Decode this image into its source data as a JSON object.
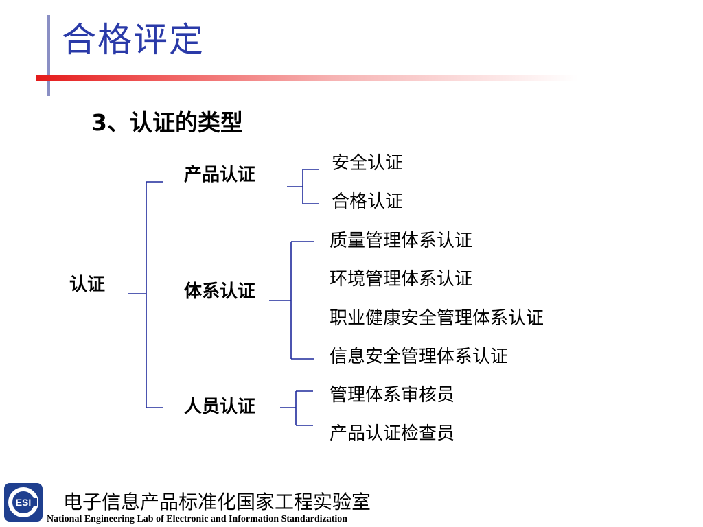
{
  "slide": {
    "title": "合格评定",
    "subtitle": "3、认证的类型"
  },
  "tree": {
    "root": "认证",
    "branches": [
      {
        "label": "产品认证",
        "children": [
          "安全认证",
          "合格认证"
        ]
      },
      {
        "label": "体系认证",
        "children": [
          "质量管理体系认证",
          "环境管理体系认证",
          "职业健康安全管理体系认证",
          "信息安全管理体系认证"
        ]
      },
      {
        "label": "人员认证",
        "children": [
          "管理体系审核员",
          "产品认证检查员"
        ]
      }
    ]
  },
  "footer": {
    "logo_text": "ESI",
    "org_cn": "电子信息产品标准化国家工程实验室",
    "org_en": "National Engineering Lab of Electronic and Information Standardization"
  },
  "colors": {
    "title": "#2a3aa8",
    "lines": "#1f2a9c",
    "accent_rule": "#e41a1a",
    "logo": "#1f3f8f"
  }
}
